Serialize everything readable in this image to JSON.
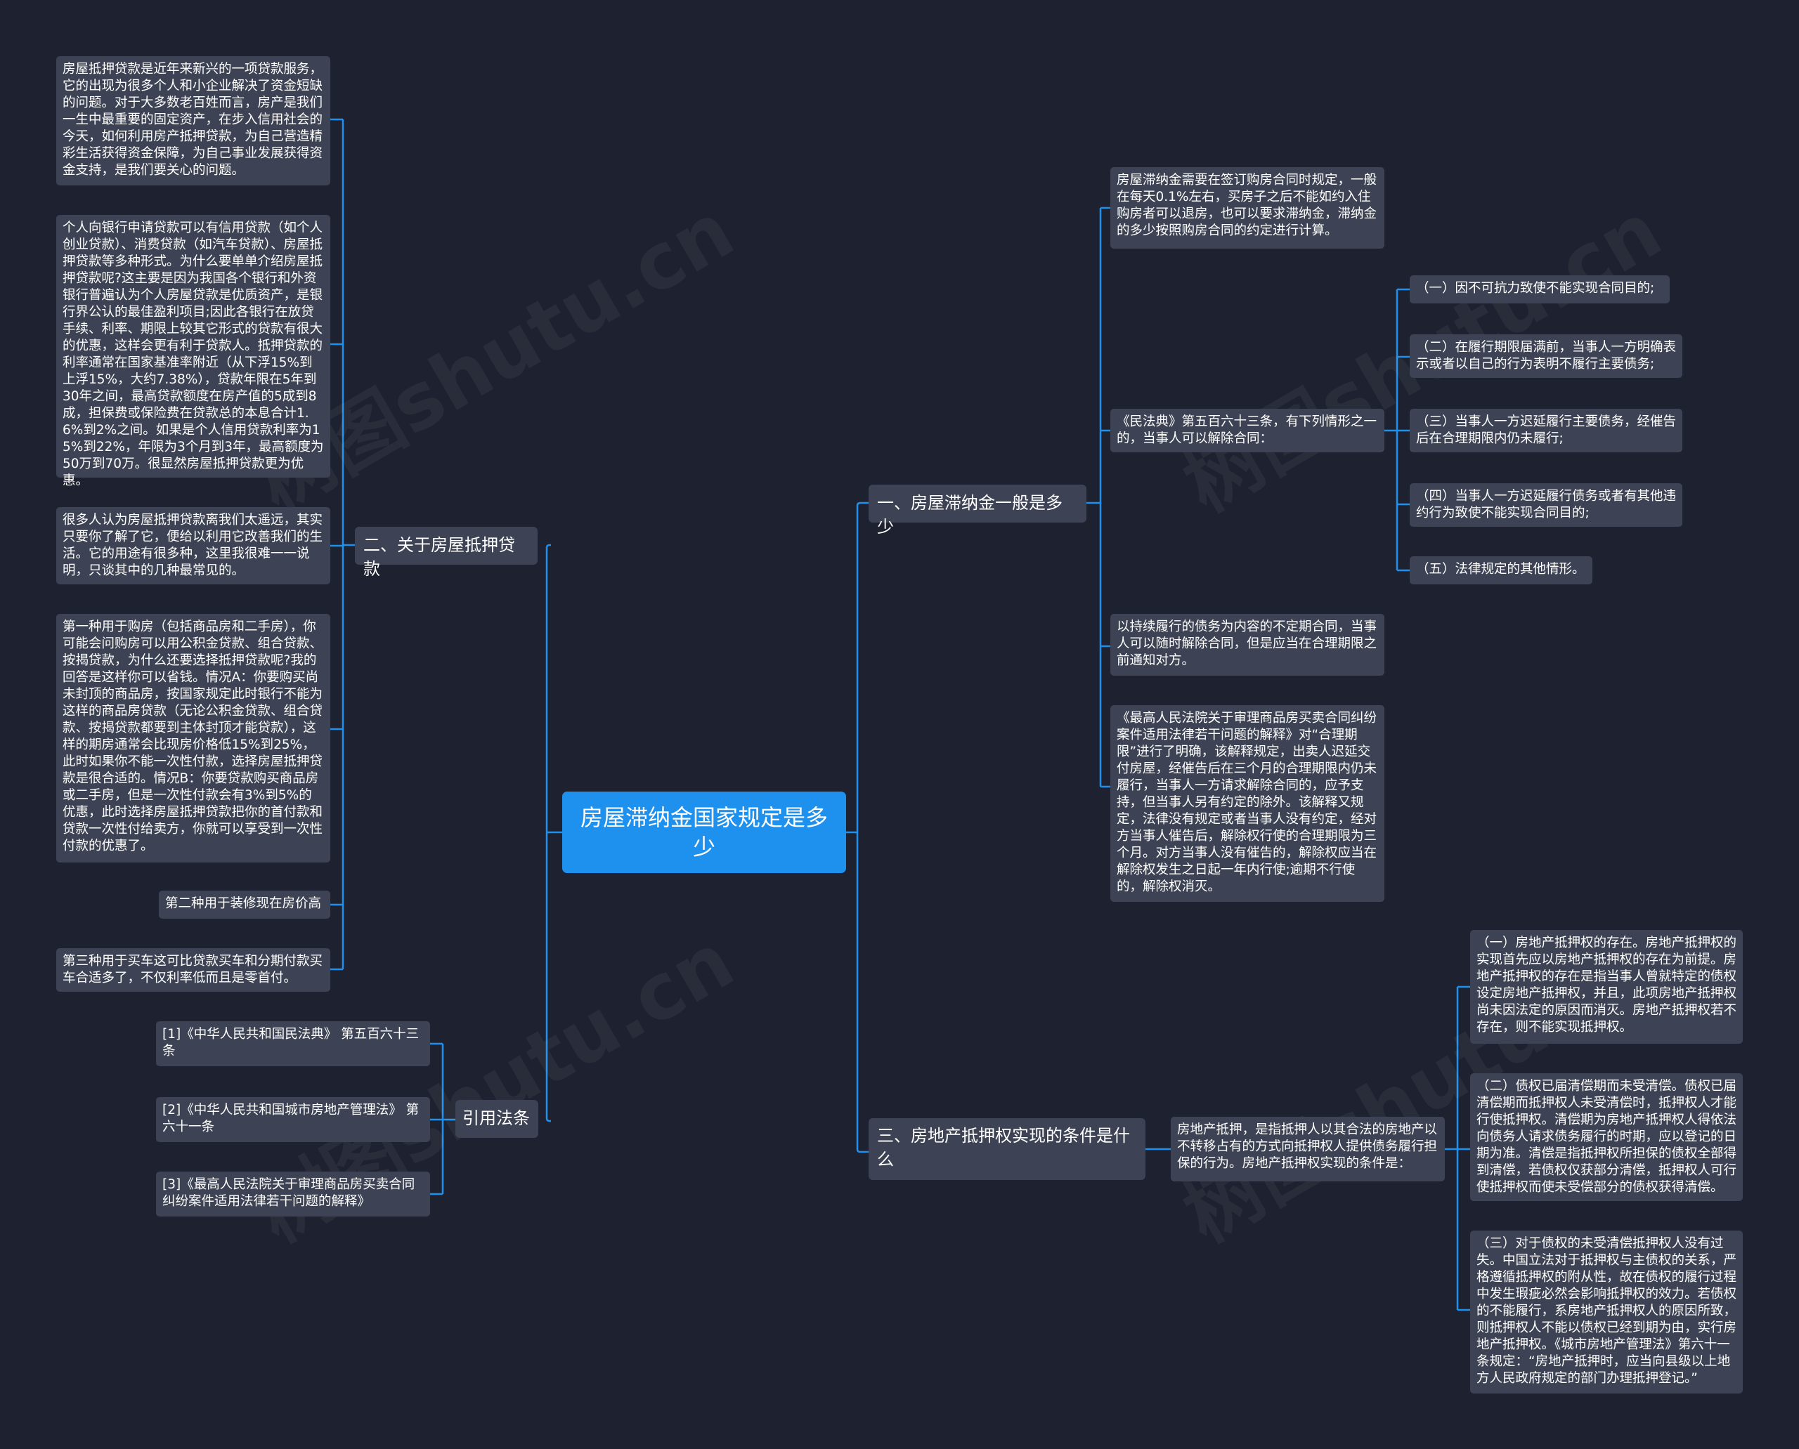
{
  "watermark": "树图shutu.cn",
  "root": {
    "label": "房屋滞纳金国家规定是多少"
  },
  "left": {
    "loan": {
      "label": "二、关于房屋抵押贷款",
      "items": [
        "房屋抵押贷款是近年来新兴的一项贷款服务，它的出现为很多个人和小企业解决了资金短缺的问题。对于大多数老百姓而言，房产是我们一生中最重要的固定资产，在步入信用社会的今天，如何利用房产抵押贷款，为自己营造精彩生活获得资金保障，为自己事业发展获得资金支持，是我们要关心的问题。",
        "个人向银行申请贷款可以有信用贷款（如个人创业贷款）、消费贷款（如汽车贷款）、房屋抵押贷款等多种形式。为什么要单单介绍房屋抵押贷款呢?这主要是因为我国各个银行和外资银行普遍认为个人房屋贷款是优质资产，是银行界公认的最佳盈利项目;因此各银行在放贷手续、利率、期限上较其它形式的贷款有很大的优惠，这样会更有利于贷款人。抵押贷款的利率通常在国家基准率附近（从下浮15%到上浮15%，大约7.38%），贷款年限在5年到30年之间，最高贷款额度在房产值的5成到8成，担保费或保险费在贷款总的本息合计1.6%到2%之间。如果是个人信用贷款利率为15%到22%，年限为3个月到3年，最高额度为50万到70万。很显然房屋抵押贷款更为优惠。",
        "很多人认为房屋抵押贷款离我们太遥远，其实只要你了解了它，便给以利用它改善我们的生活。它的用途有很多种，这里我很难一一说明，只谈其中的几种最常见的。",
        "第一种用于购房（包括商品房和二手房），你可能会问购房可以用公积金贷款、组合贷款、按揭贷款，为什么还要选择抵押贷款呢?我的回答是这样你可以省钱。情况A：你要购买尚未封顶的商品房，按国家规定此时银行不能为这样的商品房贷款（无论公积金贷款、组合贷款、按揭贷款都要到主体封顶才能贷款），这样的期房通常会比现房价格低15%到25%，此时如果你不能一次性付款，选择房屋抵押贷款是很合适的。情况B：你要贷款购买商品房或二手房，但是一次性付款会有3%到5%的优惠，此时选择房屋抵押贷款把你的首付款和贷款一次性付给卖方，你就可以享受到一次性付款的优惠了。",
        "第二种用于装修现在房价高",
        "第三种用于买车这可比贷款买车和分期付款买车合适多了，不仅利率低而且是零首付。"
      ]
    },
    "refs": {
      "label": "引用法条",
      "items": [
        "[1]《中华人民共和国民法典》 第五百六十三条",
        "[2]《中华人民共和国城市房地产管理法》 第六十一条",
        "[3]《最高人民法院关于审理商品房买卖合同纠纷案件适用法律若干问题的解释》"
      ]
    }
  },
  "right": {
    "fee": {
      "label": "一、房屋滞纳金一般是多少",
      "item1": "房屋滞纳金需要在签订购房合同时规定，一般在每天0.1%左右，买房子之后不能如约入住购房者可以退房，也可以要求滞纳金，滞纳金的多少按照购房合同的约定进行计算。",
      "item2": "《民法典》第五百六十三条，有下列情形之一的，当事人可以解除合同：",
      "sub": [
        "（一）因不可抗力致使不能实现合同目的;",
        "（二）在履行期限届满前，当事人一方明确表示或者以自己的行为表明不履行主要债务;",
        "（三）当事人一方迟延履行主要债务，经催告后在合理期限内仍未履行;",
        "（四）当事人一方迟延履行债务或者有其他违约行为致使不能实现合同目的;",
        "（五）法律规定的其他情形。"
      ],
      "item3": "以持续履行的债务为内容的不定期合同，当事人可以随时解除合同，但是应当在合理期限之前通知对方。",
      "item4": "《最高人民法院关于审理商品房买卖合同纠纷案件适用法律若干问题的解释》对“合理期限”进行了明确，该解释规定，出卖人迟延交付房屋，经催告后在三个月的合理期限内仍未履行，当事人一方请求解除合同的，应予支持，但当事人另有约定的除外。该解释又规定，法律没有规定或者当事人没有约定，经对方当事人催告后，解除权行使的合理期限为三个月。对方当事人没有催告的，解除权应当在解除权发生之日起一年内行使;逾期不行使的，解除权消灭。"
    },
    "mortgage": {
      "label": "三、房地产抵押权实现的条件是什么",
      "mid": "房地产抵押，是指抵押人以其合法的房地产以不转移占有的方式向抵押权人提供债务履行担保的行为。房地产抵押权实现的条件是：",
      "sub": [
        "（一）房地产抵押权的存在。房地产抵押权的实现首先应以房地产抵押权的存在为前提。房地产抵押权的存在是指当事人曾就特定的债权设定房地产抵押权，并且，此项房地产抵押权尚未因法定的原因而消灭。房地产抵押权若不存在，则不能实现抵押权。",
        "（二）债权已届清偿期而未受清偿。债权已届清偿期而抵押权人未受清偿时，抵押权人才能行使抵押权。清偿期为房地产抵押权人得依法向债务人请求债务履行的时期，应以登记的日期为准。清偿是指抵押权所担保的债权全部得到清偿，若债权仅获部分清偿，抵押权人可行使抵押权而使未受偿部分的债权获得清偿。",
        "（三）对于债权的未受清偿抵押权人没有过失。中国立法对于抵押权与主债权的关系，严格遵循抵押权的附从性，故在债权的履行过程中发生瑕疵必然会影响抵押权的效力。若债权的不能履行，系房地产抵押权人的原因所致，则抵押权人不能以债权已经到期为由，实行房地产抵押权。《城市房地产管理法》第六十一条规定：“房地产抵押时，应当向县级以上地方人民政府规定的部门办理抵押登记。”"
      ]
    }
  },
  "colors": {
    "line": "#1e90ee",
    "root": "#1e90ee",
    "node": "#3d4354",
    "bg": "#1e2230"
  }
}
